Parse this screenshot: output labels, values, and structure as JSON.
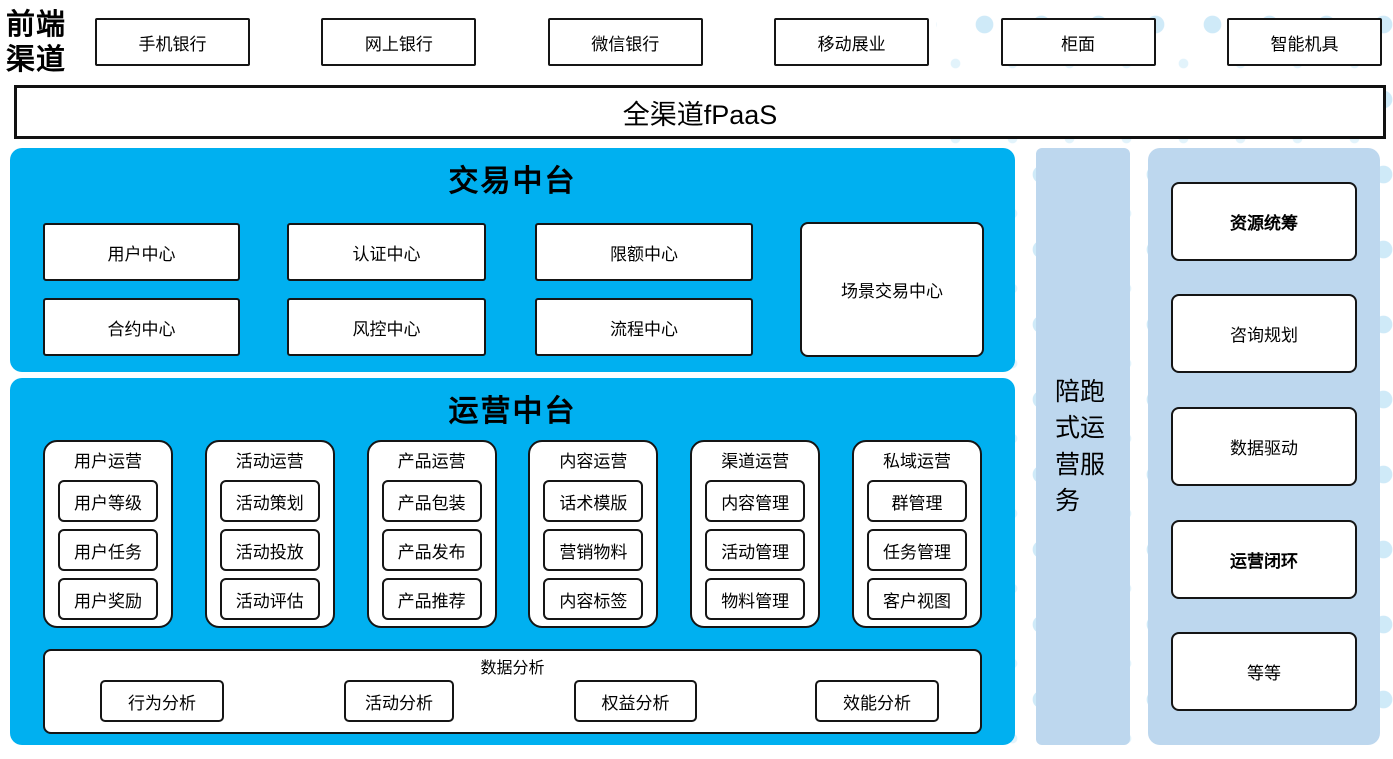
{
  "front_channels": {
    "label": "前端渠道",
    "items": [
      "手机银行",
      "网上银行",
      "微信银行",
      "移动展业",
      "柜面",
      "智能机具"
    ]
  },
  "fpaas_bar": {
    "label": "全渠道fPaaS"
  },
  "trade_platform": {
    "title": "交易中台",
    "grid_items": [
      "用户中心",
      "认证中心",
      "限额中心",
      "合约中心",
      "风控中心",
      "流程中心"
    ],
    "tall_item": "场景交易中心"
  },
  "operation_platform": {
    "title": "运营中台",
    "columns": [
      {
        "title": "用户运营",
        "items": [
          "用户等级",
          "用户任务",
          "用户奖励"
        ]
      },
      {
        "title": "活动运营",
        "items": [
          "活动策划",
          "活动投放",
          "活动评估"
        ]
      },
      {
        "title": "产品运营",
        "items": [
          "产品包装",
          "产品发布",
          "产品推荐"
        ]
      },
      {
        "title": "内容运营",
        "items": [
          "话术模版",
          "营销物料",
          "内容标签"
        ]
      },
      {
        "title": "渠道运营",
        "items": [
          "内容管理",
          "活动管理",
          "物料管理"
        ]
      },
      {
        "title": "私域运营",
        "items": [
          "群管理",
          "任务管理",
          "客户视图"
        ]
      }
    ],
    "analysis": {
      "title": "数据分析",
      "items": [
        "行为分析",
        "活动分析",
        "权益分析",
        "效能分析"
      ]
    }
  },
  "side_strip": {
    "label": "陪跑式运营服务"
  },
  "right_panel": {
    "items": [
      {
        "label": "资源统筹",
        "bold": true
      },
      {
        "label": "咨询规划",
        "bold": false
      },
      {
        "label": "数据驱动",
        "bold": false
      },
      {
        "label": "运营闭环",
        "bold": true
      },
      {
        "label": "等等",
        "bold": false
      }
    ]
  },
  "colors": {
    "accent_blue": "#00B0F0",
    "light_blue": "#BDD7EE",
    "dot_blue": "#CFEAF8"
  }
}
